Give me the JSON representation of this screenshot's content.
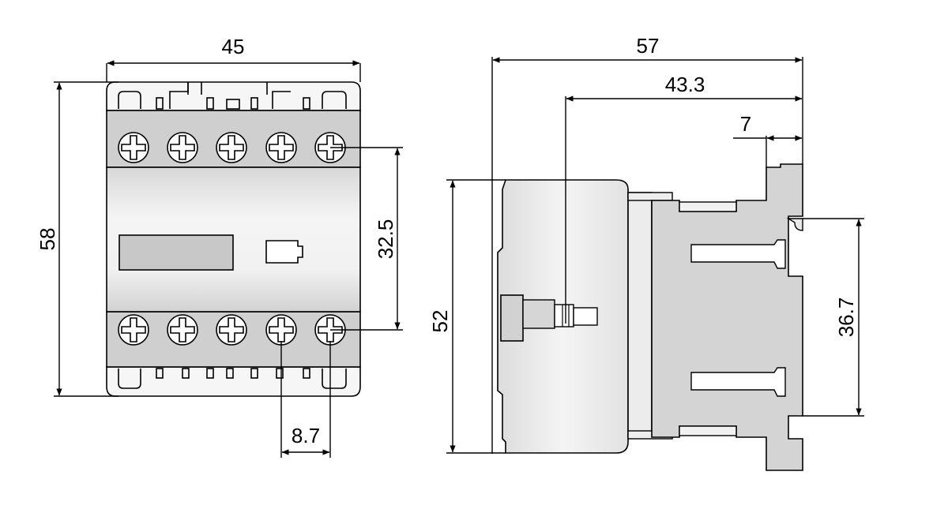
{
  "dimensions": {
    "front_width": "45",
    "front_height": "58",
    "terminal_pitch_vertical": "32.5",
    "terminal_spacing": "8.7",
    "side_depth_total": "57",
    "side_depth_partial": "43.3",
    "side_rail_offset": "7",
    "side_height": "52",
    "rail_height": "36.7"
  },
  "colors": {
    "body_light": "#eeeeee",
    "body_gray": "#cfcfcf",
    "side_gray": "#d4d4d4",
    "line": "#000000"
  }
}
